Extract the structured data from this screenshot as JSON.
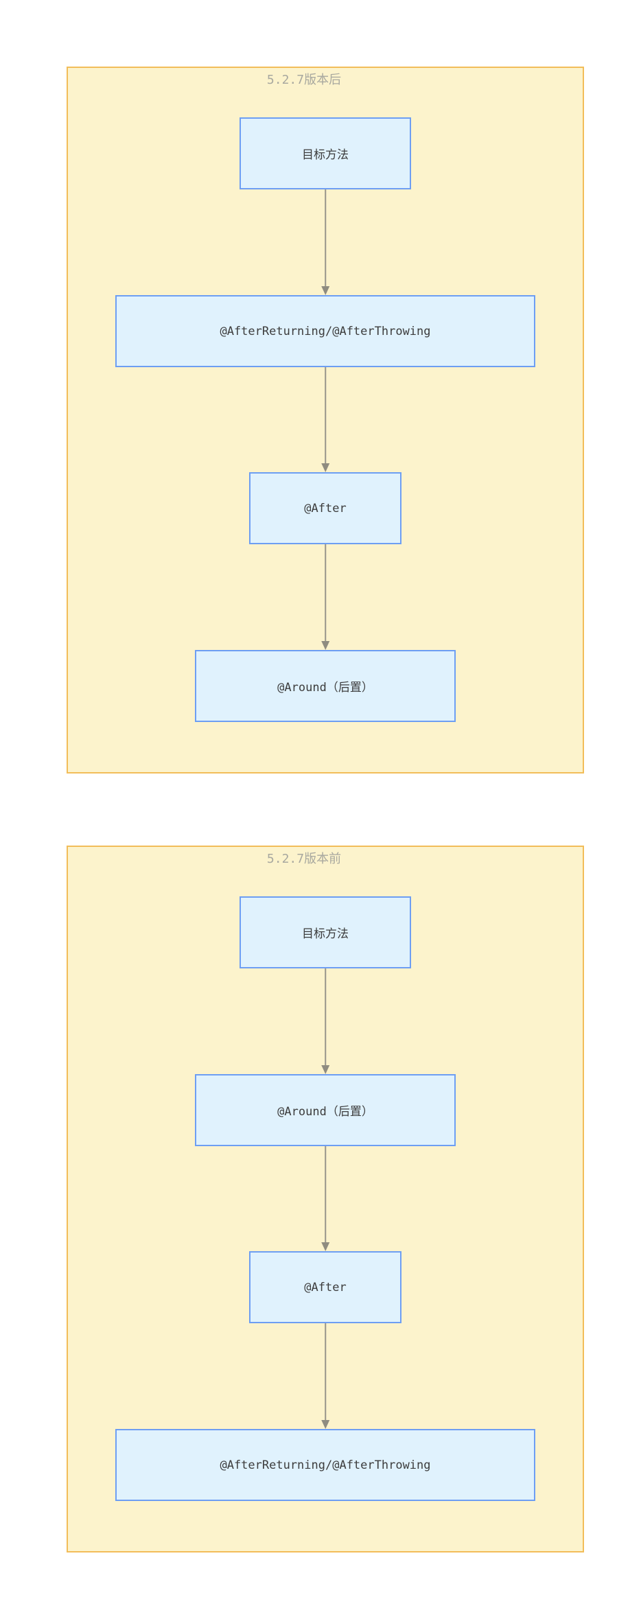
{
  "panels": [
    {
      "title": "5.2.7版本后",
      "nodes": [
        {
          "label": "目标方法"
        },
        {
          "label": "@AfterReturning/@AfterThrowing"
        },
        {
          "label": "@After"
        },
        {
          "label": "@Around（后置）"
        }
      ]
    },
    {
      "title": "5.2.7版本前",
      "nodes": [
        {
          "label": "目标方法"
        },
        {
          "label": "@Around（后置）"
        },
        {
          "label": "@After"
        },
        {
          "label": "@AfterReturning/@AfterThrowing"
        }
      ]
    }
  ],
  "colors": {
    "page-bg": "#ffffff",
    "panel-bg": "#fcf3cc",
    "panel-border": "#f2bd59",
    "panel-title": "#a8a89f",
    "node-bg": "#e0f2fd",
    "node-border": "#6d9ef3",
    "node-text": "#3c3c3c",
    "arrow-line": "#97948a",
    "arrow-head": "#8f8c80"
  }
}
